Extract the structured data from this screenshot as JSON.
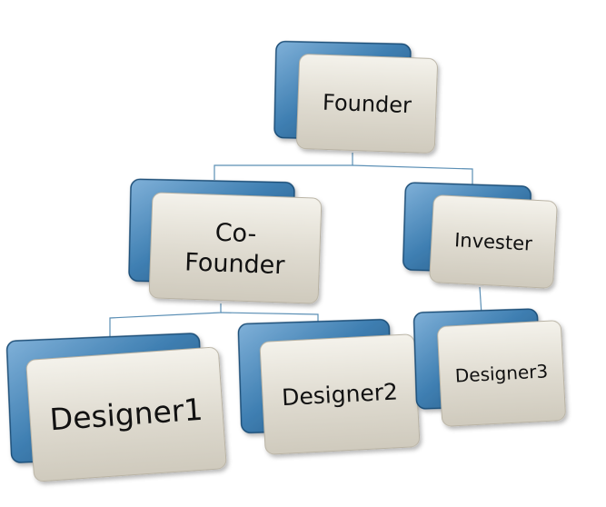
{
  "diagram": {
    "nodes": [
      {
        "id": "founder",
        "label": "Founder"
      },
      {
        "id": "co-founder",
        "label": "Co-\nFounder"
      },
      {
        "id": "invester",
        "label": "Invester"
      },
      {
        "id": "designer1",
        "label": "Designer1"
      },
      {
        "id": "designer2",
        "label": "Designer2"
      },
      {
        "id": "designer3",
        "label": "Designer3"
      }
    ],
    "edges": [
      {
        "from": "founder",
        "to": "co-founder"
      },
      {
        "from": "founder",
        "to": "invester"
      },
      {
        "from": "co-founder",
        "to": "designer1"
      },
      {
        "from": "co-founder",
        "to": "designer2"
      },
      {
        "from": "invester",
        "to": "designer3"
      }
    ],
    "colors": {
      "back_panel": "#4a86b8",
      "back_panel_dark": "#1f4f78",
      "front_panel": "#dcd8cc",
      "front_panel_light": "#f3f1ea",
      "connector": "#5b8fb5"
    }
  }
}
